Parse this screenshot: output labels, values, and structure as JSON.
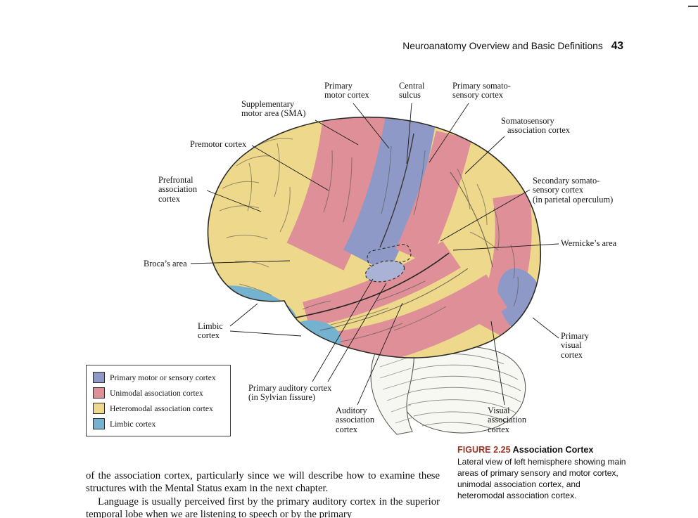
{
  "header": {
    "title": "Neuroanatomy Overview and Basic Definitions",
    "page_number": "43"
  },
  "figure": {
    "labels": {
      "primary_motor": [
        "Primary",
        "motor cortex"
      ],
      "central_sulcus": [
        "Central",
        "sulcus"
      ],
      "primary_somatosensory": [
        "Primary somato-",
        "sensory cortex"
      ],
      "supplementary_motor": [
        "Supplementary",
        "motor area (SMA)"
      ],
      "somatosensory_association": [
        "Somatosensory",
        "association cortex"
      ],
      "premotor": [
        "Premotor cortex"
      ],
      "secondary_somatosensory": [
        "Secondary somato-",
        "sensory cortex",
        "(in parietal operculum)"
      ],
      "prefrontal_association": [
        "Prefrontal",
        "association",
        "cortex"
      ],
      "wernicke": [
        "Wernicke’s area"
      ],
      "broca": [
        "Broca’s area"
      ],
      "limbic": [
        "Limbic",
        "cortex"
      ],
      "primary_auditory": [
        "Primary auditory cortex",
        "(in Sylvian fissure)"
      ],
      "auditory_association": [
        "Auditory",
        "association",
        "cortex"
      ],
      "visual_association": [
        "Visual",
        "association",
        "cortex"
      ],
      "primary_visual": [
        "Primary",
        "visual",
        "cortex"
      ]
    },
    "legend": {
      "items": [
        {
          "label": "Primary motor or sensory cortex",
          "color": "#8e99c7"
        },
        {
          "label": "Unimodal association cortex",
          "color": "#de8f98"
        },
        {
          "label": "Heteromodal association cortex",
          "color": "#edd88b"
        },
        {
          "label": "Limbic cortex",
          "color": "#74b2d0"
        }
      ]
    },
    "caption": {
      "figure_label": "FIGURE 2.25",
      "title": "Association Cortex",
      "text": "Lateral view of left hemisphere showing main areas of primary sensory and motor cortex, unimodal association cortex, and heteromodal association cortex."
    }
  },
  "body_text": {
    "para1": "of the association cortex, particularly since we will describe how to examine these structures with the Mental Status exam in the next chapter.",
    "para2": "Language is usually perceived first by the primary auditory cortex in the superior temporal lobe when we are listening to speech or by the primary"
  },
  "colors": {
    "primary_motor_sensory": "#8e99c7",
    "unimodal_association": "#de8f98",
    "heteromodal_association": "#edd88b",
    "limbic": "#74b2d0",
    "auditory_oval": "#aab3d6",
    "figure_label": "#9c3425"
  }
}
